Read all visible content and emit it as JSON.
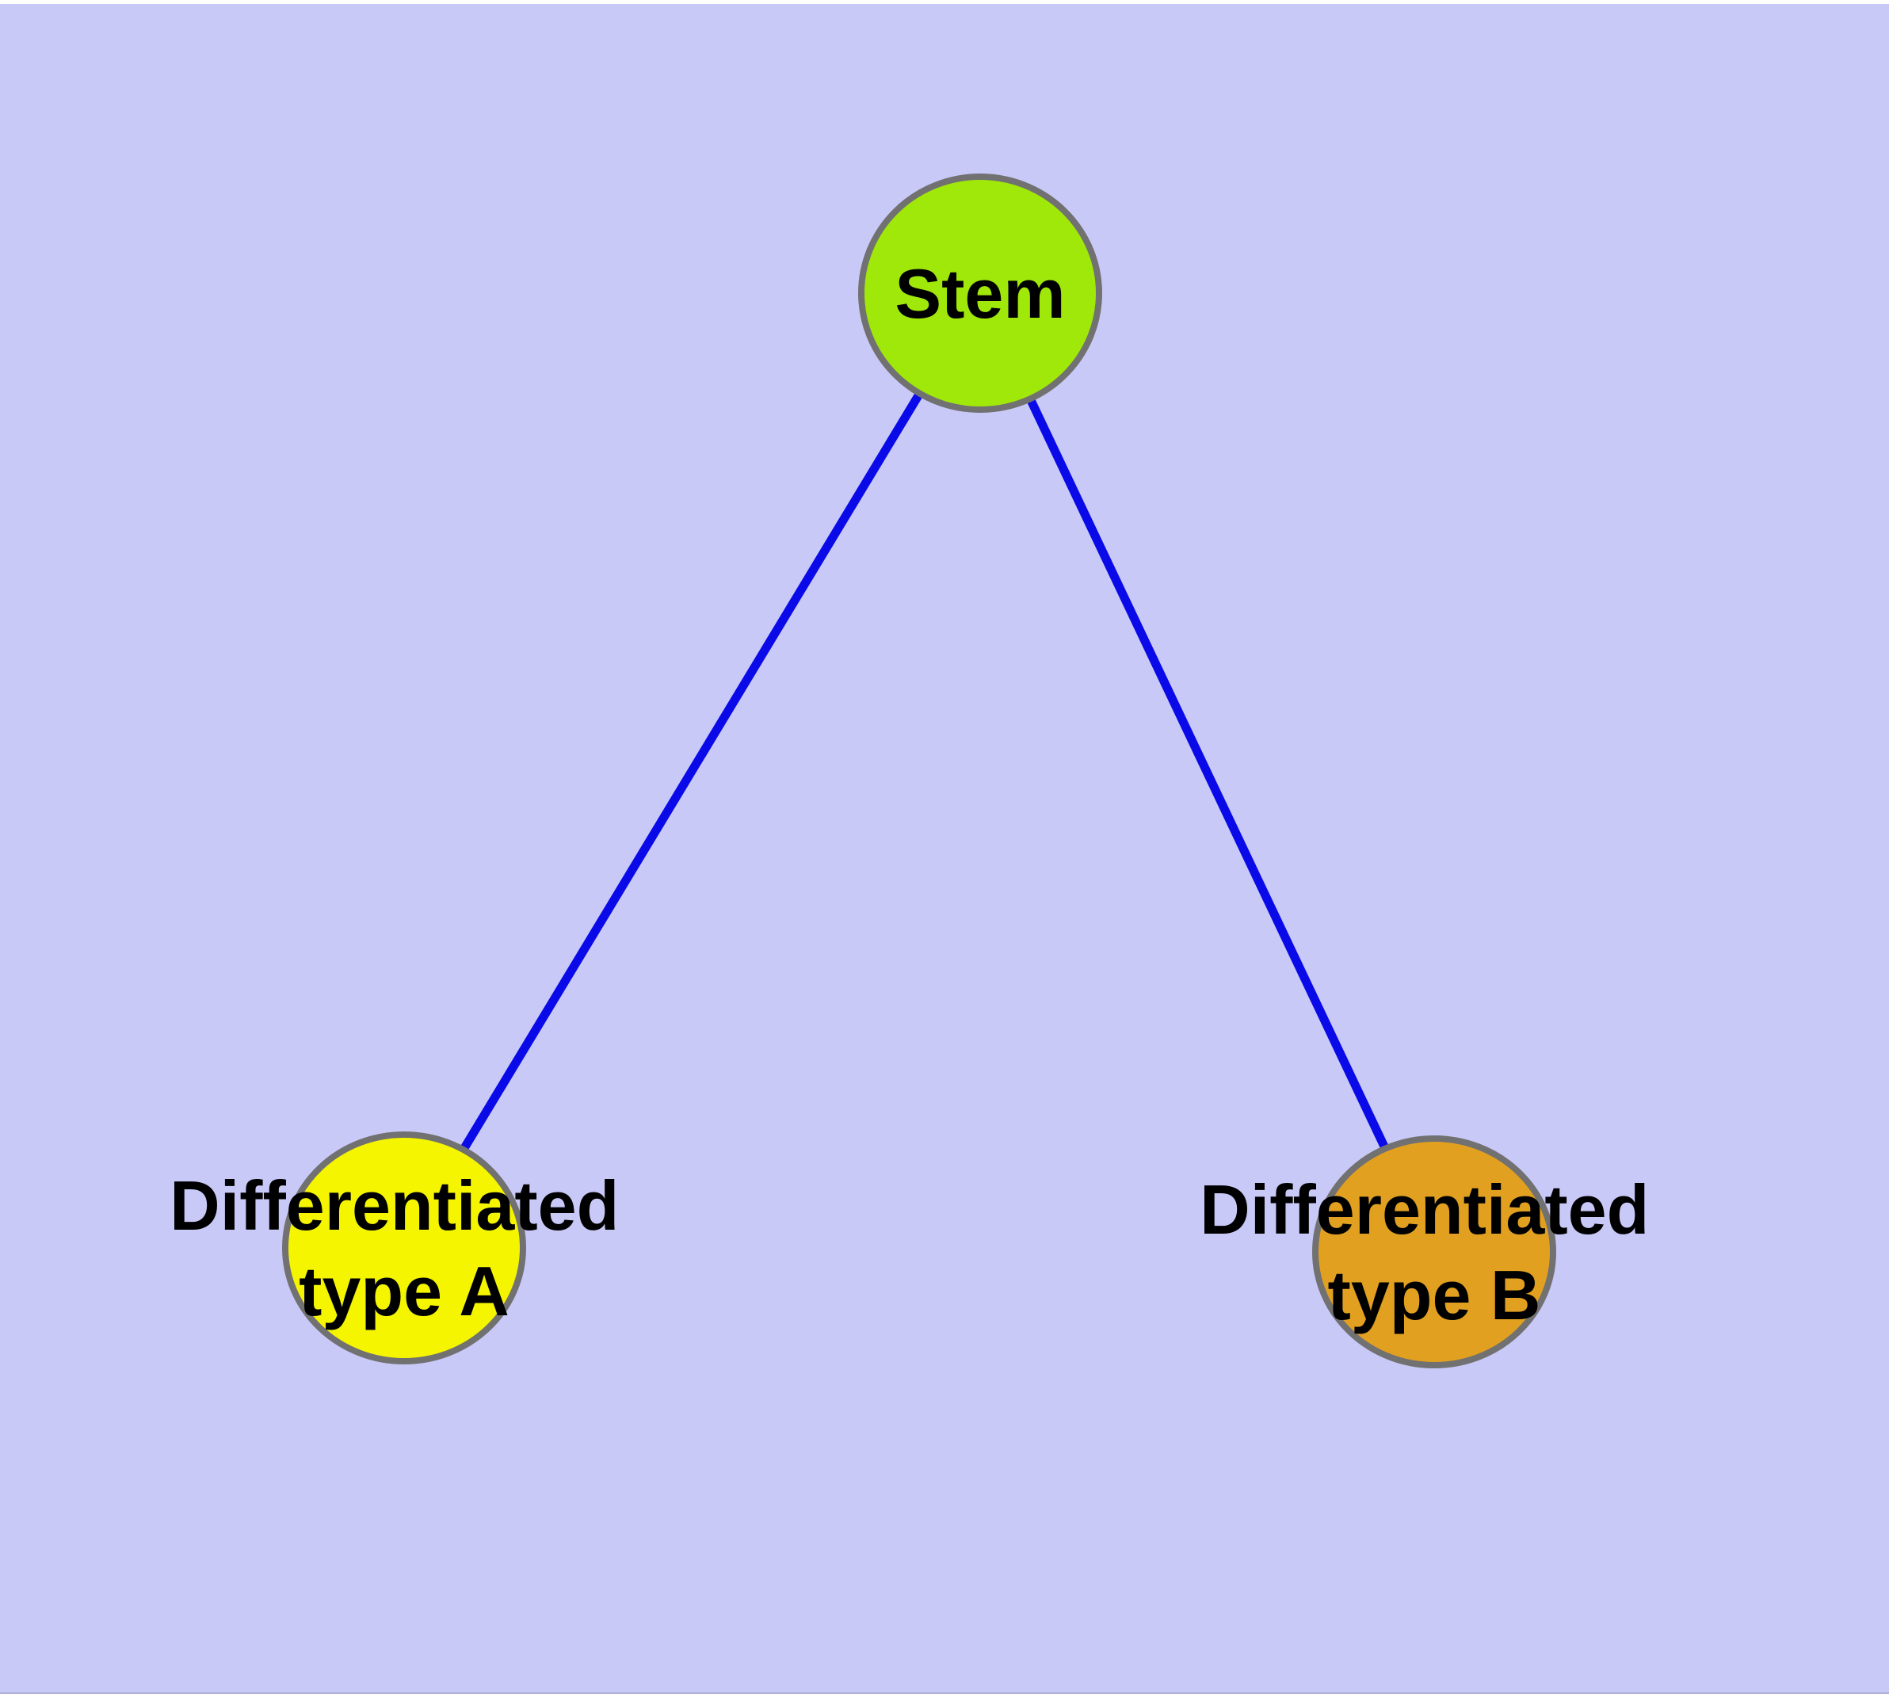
{
  "diagram": {
    "type": "graph",
    "background_color": "#C9C9F8",
    "top_strip_color": "#FFFFFF",
    "bottom_edge_color": "#AFAFD8",
    "edge_color": "#0A0AE8",
    "node_border_color": "#717171",
    "text_color": "#000000",
    "nodes": [
      {
        "id": "stem",
        "label": "Stem",
        "fill": "#A0E80A"
      },
      {
        "id": "differentiated-type-a",
        "label_line1": "Differentiated",
        "label_line2": "type A",
        "fill": "#F5F500"
      },
      {
        "id": "differentiated-type-b",
        "label_line1": "Differentiated",
        "label_line2": "type B",
        "fill": "#E2A020"
      }
    ],
    "edges": [
      {
        "from": "Stem",
        "to": "Differentiated type A"
      },
      {
        "from": "Stem",
        "to": "Differentiated type B"
      }
    ]
  }
}
